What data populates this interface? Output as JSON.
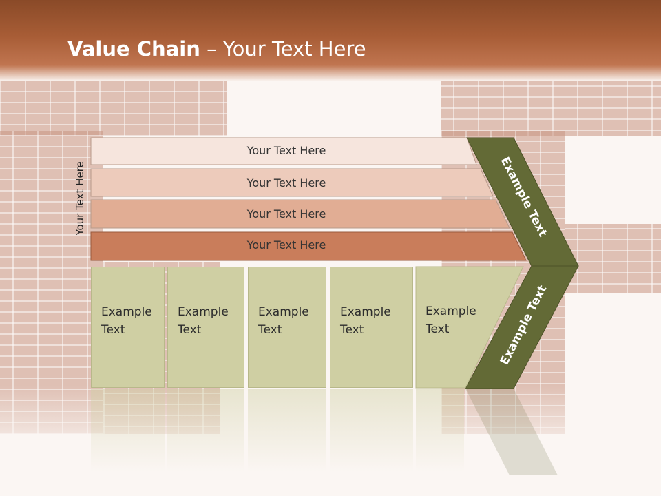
{
  "slide": {
    "title_bold": "Value Chain",
    "title_rest": " – Your Text Here"
  },
  "side_label": "Your Text Here",
  "rows": [
    {
      "label": "Your Text Here",
      "color": "#f6e5dd"
    },
    {
      "label": "Your Text Here",
      "color": "#edcbbb"
    },
    {
      "label": "Your Text Here",
      "color": "#e1ad94"
    },
    {
      "label": "Your Text Here",
      "color": "#c97d5b"
    }
  ],
  "boxes": [
    {
      "label": "Example\nText"
    },
    {
      "label": "Example\nText"
    },
    {
      "label": "Example\nText"
    },
    {
      "label": "Example\nText"
    },
    {
      "label": "Example\nText"
    }
  ],
  "chevrons": {
    "upper_label": "Example Text",
    "lower_label": "Example Text",
    "color": "#636a36"
  },
  "colors": {
    "box_fill": "#cfcfa3",
    "title_band": "#a85d36"
  }
}
